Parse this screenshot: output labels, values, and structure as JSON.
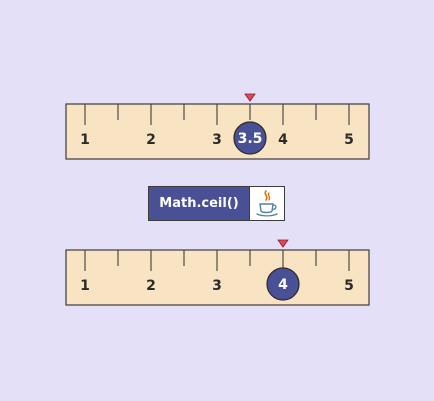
{
  "colors": {
    "background": "#e3e0f7",
    "ruler_fill": "#f8e3c2",
    "ruler_stroke": "#3d3d3d",
    "marker_fill": "#4a5096",
    "pointer_fill": "#e0485c",
    "method_fill": "#4a5096"
  },
  "method": {
    "label": "Math.ceil()",
    "icon": "java-icon"
  },
  "rulers": [
    {
      "id": "before",
      "tick_labels": [
        "1",
        "2",
        "3",
        "4",
        "5"
      ],
      "marker": {
        "value": 3.5,
        "label": "3.5"
      }
    },
    {
      "id": "after",
      "tick_labels": [
        "1",
        "2",
        "3",
        "4",
        "5"
      ],
      "marker": {
        "value": 4,
        "label": "4"
      }
    }
  ]
}
